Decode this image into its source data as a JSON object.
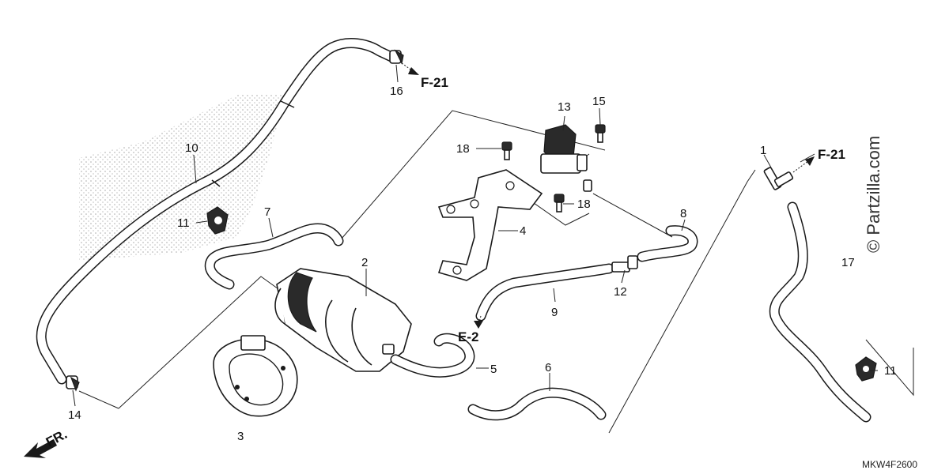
{
  "callouts": [
    {
      "id": "c1",
      "label": "1"
    },
    {
      "id": "c2",
      "label": "2"
    },
    {
      "id": "c3",
      "label": "3"
    },
    {
      "id": "c4",
      "label": "4"
    },
    {
      "id": "c5",
      "label": "5"
    },
    {
      "id": "c6",
      "label": "6"
    },
    {
      "id": "c7",
      "label": "7"
    },
    {
      "id": "c8",
      "label": "8"
    },
    {
      "id": "c9",
      "label": "9"
    },
    {
      "id": "c10",
      "label": "10"
    },
    {
      "id": "c11a",
      "label": "11"
    },
    {
      "id": "c11b",
      "label": "11"
    },
    {
      "id": "c12",
      "label": "12"
    },
    {
      "id": "c13",
      "label": "13"
    },
    {
      "id": "c14",
      "label": "14"
    },
    {
      "id": "c15",
      "label": "15"
    },
    {
      "id": "c16",
      "label": "16"
    },
    {
      "id": "c17",
      "label": "17"
    },
    {
      "id": "c18a",
      "label": "18"
    },
    {
      "id": "c18b",
      "label": "18"
    }
  ],
  "references": {
    "f21_top": "F-21",
    "f21_right": "F-21",
    "e2": "E-2"
  },
  "direction_label": "FR.",
  "diagram_code": "MKW4F2600",
  "watermark": "© Partzilla.com"
}
